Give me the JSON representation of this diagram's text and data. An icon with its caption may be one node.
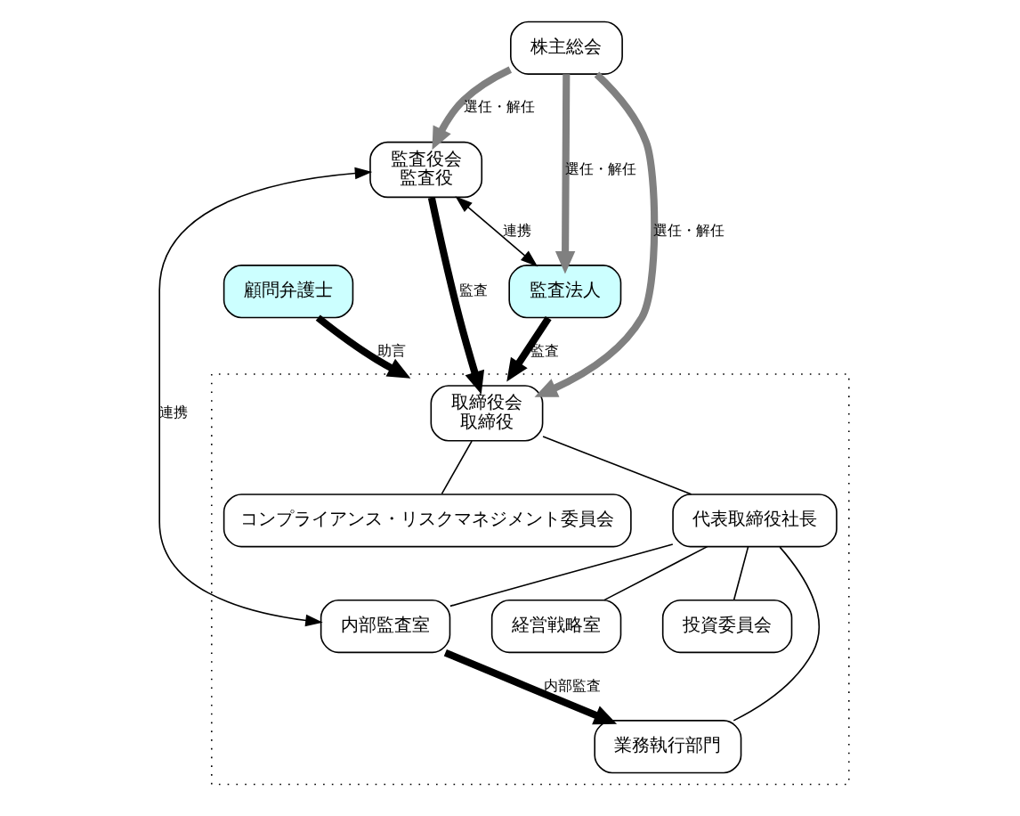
{
  "diagram": {
    "nodes": [
      {
        "text": [
          "株主総会"
        ]
      },
      {
        "text": [],
        "shape": "box"
      },
      {
        "text": [
          "取締役会",
          "取締役"
        ],
        "in": 1
      },
      {
        "text": [
          "監査役会",
          "監査役"
        ]
      },
      {
        "text": [
          "コンプライアンス・リスクマネジメント委員会"
        ],
        "in": 1
      },
      {
        "text": [
          "代表取締役社長"
        ],
        "in": 1
      },
      {
        "text": [
          "内部監査室"
        ],
        "in": 1
      },
      {
        "text": [
          "経営戦略室"
        ],
        "in": 1
      },
      {
        "text": [
          "投資委員会"
        ],
        "in": 1
      },
      {
        "text": [
          "業務執行部門"
        ],
        "in": 1
      },
      {
        "text": [
          "監査法人"
        ]
      },
      {
        "text": [
          "顧問弁護士"
        ]
      }
    ],
    "edges": [
      {
        "from": 0,
        "to": 2,
        "arrow": "to",
        "label": "選任・解任",
        "style": "thick",
        "color": "#808080"
      },
      {
        "from": 0,
        "to": 3,
        "arrow": "to",
        "label": "選任・解任",
        "style": "thick",
        "color": "#808080"
      },
      {
        "from": 0,
        "to": 10,
        "arrow": "to",
        "label": "選任・解任",
        "style": "thick",
        "color": "#808080"
      },
      {
        "from": 3,
        "to": 2,
        "arrow": "to",
        "label": "監査",
        "style": "thick"
      },
      {
        "from": 3,
        "to": 10,
        "arrow": "both",
        "label": "連携"
      },
      {
        "from": 3,
        "to": 6,
        "arrow": "both",
        "label": "連携"
      },
      {
        "from": 10,
        "to": 1,
        "arrow": "to",
        "label": "監査",
        "style": "thick"
      },
      {
        "from": 11,
        "to": 1,
        "arrow": "to",
        "label": "助言",
        "style": "thick"
      },
      {
        "from": 2,
        "to": 4,
        "arrow": "none"
      },
      {
        "from": 2,
        "to": 5,
        "arrow": "none"
      },
      {
        "from": 5,
        "to": 6,
        "arrow": "none"
      },
      {
        "from": 5,
        "to": 7,
        "arrow": "none"
      },
      {
        "from": 5,
        "to": 8,
        "arrow": "none"
      },
      {
        "from": 5,
        "to": 9,
        "arrow": "none"
      },
      {
        "from": 6,
        "to": 9,
        "arrow": "to",
        "label": "内部監査",
        "style": "thick"
      }
    ]
  }
}
